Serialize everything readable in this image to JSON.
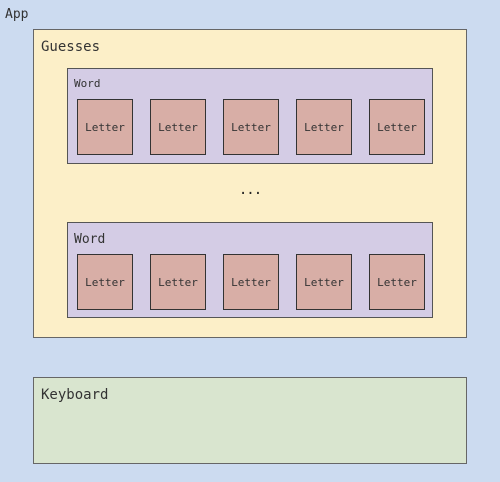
{
  "app": {
    "label": "App"
  },
  "guesses": {
    "label": "Guesses",
    "words": [
      {
        "label": "Word",
        "letters": [
          "Letter",
          "Letter",
          "Letter",
          "Letter",
          "Letter"
        ]
      },
      {
        "label": "Word",
        "letters": [
          "Letter",
          "Letter",
          "Letter",
          "Letter",
          "Letter"
        ]
      }
    ],
    "ellipsis": "..."
  },
  "keyboard": {
    "label": "Keyboard"
  },
  "colors": {
    "app_background": "#ccdbf0",
    "guesses_background": "#fcefc8",
    "word_background": "#d4cce5",
    "letter_background": "#d8aea6",
    "keyboard_background": "#d9e5cf"
  }
}
